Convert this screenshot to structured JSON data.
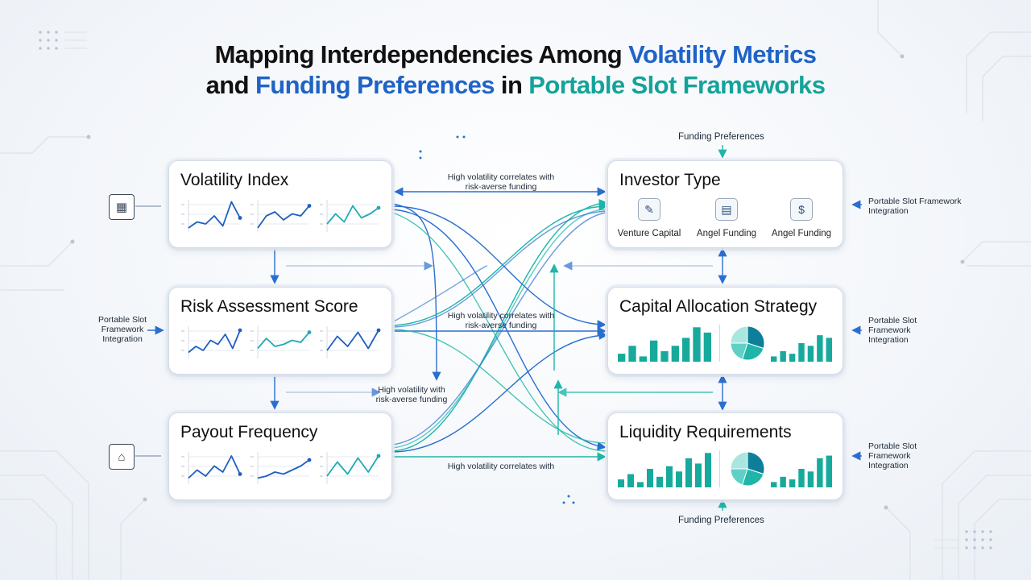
{
  "title": {
    "line1_a": "Mapping Interdependencies Among ",
    "line1_b": "Volatility Metrics",
    "line2_a": "and ",
    "line2_b": "Funding Preferences",
    "line2_c": " in ",
    "line2_d": "Portable Slot Frameworks"
  },
  "cards": {
    "volatility_index": "Volatility Index",
    "risk_assessment": "Risk Assessment Score",
    "payout_frequency": "Payout Frequency",
    "investor_type": "Investor Type",
    "capital_allocation": "Capital Allocation Strategy",
    "liquidity": "Liquidity Requirements"
  },
  "investor_types": [
    "Venture Capital",
    "Angel Funding",
    "Angel Funding"
  ],
  "connector_labels": {
    "top_1": "High volatility correlates with",
    "top_2": "risk-averse funding",
    "mid_1": "High volatility correlates with",
    "mid_2": "risk-averse funding",
    "low_1": "High volatility with",
    "low_2": "risk-averse funding",
    "bottom": "High volatility correlates with"
  },
  "funding_top": "Funding Preferences",
  "funding_bottom": "Funding Preferences",
  "side_labels": {
    "left_mid": "Portable Slot\nFramework\nIntegration",
    "right_top": "Portable Slot Framework\nIntegration",
    "right_mid": "Portable Slot\nFramework\nIntegration",
    "right_bottom": "Portable Slot\nFramework\nIntegration"
  },
  "icons": {
    "slot_machine_top": "slot-machine-icon",
    "slot_machine_bottom": "slot-machine-icon",
    "venture": "pen-icon",
    "angel1": "chart-doc-icon",
    "angel2": "money-icon"
  },
  "colors": {
    "blue": "#1f63c7",
    "teal": "#14a39a",
    "line_blue": "#2a6fd0",
    "line_teal": "#1fb6a8"
  },
  "chart_data": [
    {
      "type": "line",
      "id": "vi-1",
      "color": "#1f5fbf",
      "y": [
        2,
        5,
        4,
        8,
        3,
        15,
        7
      ],
      "ylim": [
        0,
        16
      ]
    },
    {
      "type": "line",
      "id": "vi-2",
      "color": "#1f5fbf",
      "y": [
        2,
        8,
        10,
        6,
        9,
        8,
        13
      ],
      "ylim": [
        0,
        16
      ]
    },
    {
      "type": "line",
      "id": "vi-3",
      "color": "#20a9b5",
      "y": [
        4,
        9,
        5,
        13,
        7,
        9,
        12
      ],
      "ylim": [
        0,
        16
      ]
    },
    {
      "type": "line",
      "id": "ra-1",
      "color": "#1f5fbf",
      "y": [
        3,
        6,
        4,
        9,
        7,
        12,
        5,
        14
      ],
      "ylim": [
        0,
        16
      ]
    },
    {
      "type": "line",
      "id": "ra-2",
      "color": "#20a9b5",
      "y": [
        5,
        10,
        6,
        7,
        9,
        8,
        13
      ],
      "ylim": [
        0,
        16
      ]
    },
    {
      "type": "line",
      "id": "ra-3",
      "color": "#1f5fbf",
      "y": [
        4,
        11,
        6,
        13,
        5,
        14
      ],
      "ylim": [
        0,
        16
      ]
    },
    {
      "type": "line",
      "id": "pf-1",
      "color": "#1f5fbf",
      "y": [
        3,
        7,
        4,
        9,
        6,
        14,
        5
      ],
      "ylim": [
        0,
        16
      ]
    },
    {
      "type": "line",
      "id": "pf-2",
      "color": "#1f5fbf",
      "y": [
        3,
        4,
        6,
        5,
        7,
        9,
        12
      ],
      "ylim": [
        0,
        16
      ]
    },
    {
      "type": "line",
      "id": "pf-3",
      "color": "#20a9b5",
      "y": [
        4,
        11,
        5,
        13,
        6,
        14
      ],
      "ylim": [
        0,
        16
      ]
    },
    {
      "type": "bar",
      "id": "ca-bars-1",
      "values": [
        3,
        6,
        2,
        8,
        4,
        6,
        9,
        13,
        11
      ],
      "ylim": [
        0,
        14
      ]
    },
    {
      "type": "pie",
      "id": "ca-pie",
      "values": [
        30,
        25,
        20,
        25
      ]
    },
    {
      "type": "bar",
      "id": "ca-bars-2",
      "values": [
        2,
        4,
        3,
        7,
        6,
        10,
        9
      ],
      "ylim": [
        0,
        14
      ]
    },
    {
      "type": "bar",
      "id": "lr-bars-1",
      "values": [
        3,
        5,
        2,
        7,
        4,
        8,
        6,
        11,
        9,
        13
      ],
      "ylim": [
        0,
        14
      ]
    },
    {
      "type": "pie",
      "id": "lr-pie",
      "values": [
        30,
        25,
        20,
        25
      ]
    },
    {
      "type": "bar",
      "id": "lr-bars-2",
      "values": [
        2,
        4,
        3,
        7,
        6,
        11,
        12
      ],
      "ylim": [
        0,
        14
      ]
    }
  ]
}
